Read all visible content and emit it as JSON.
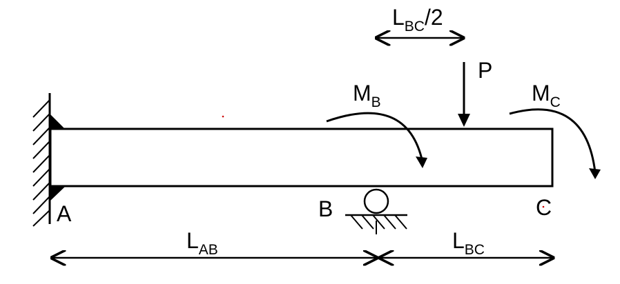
{
  "points": {
    "a": "A",
    "b": "B",
    "c": "C"
  },
  "dimensions": {
    "lab": {
      "main": "L",
      "sub": "AB"
    },
    "lbc": {
      "main": "L",
      "sub": "BC"
    },
    "half_lbc": {
      "main": "L",
      "sub": "BC",
      "suffix": "/2"
    }
  },
  "loads": {
    "p": "P",
    "mb": {
      "main": "M",
      "sub": "B"
    },
    "mc": {
      "main": "M",
      "sub": "C"
    }
  },
  "colors": {
    "ink": "#000000",
    "background": "#ffffff",
    "speck": "#cc0000"
  }
}
